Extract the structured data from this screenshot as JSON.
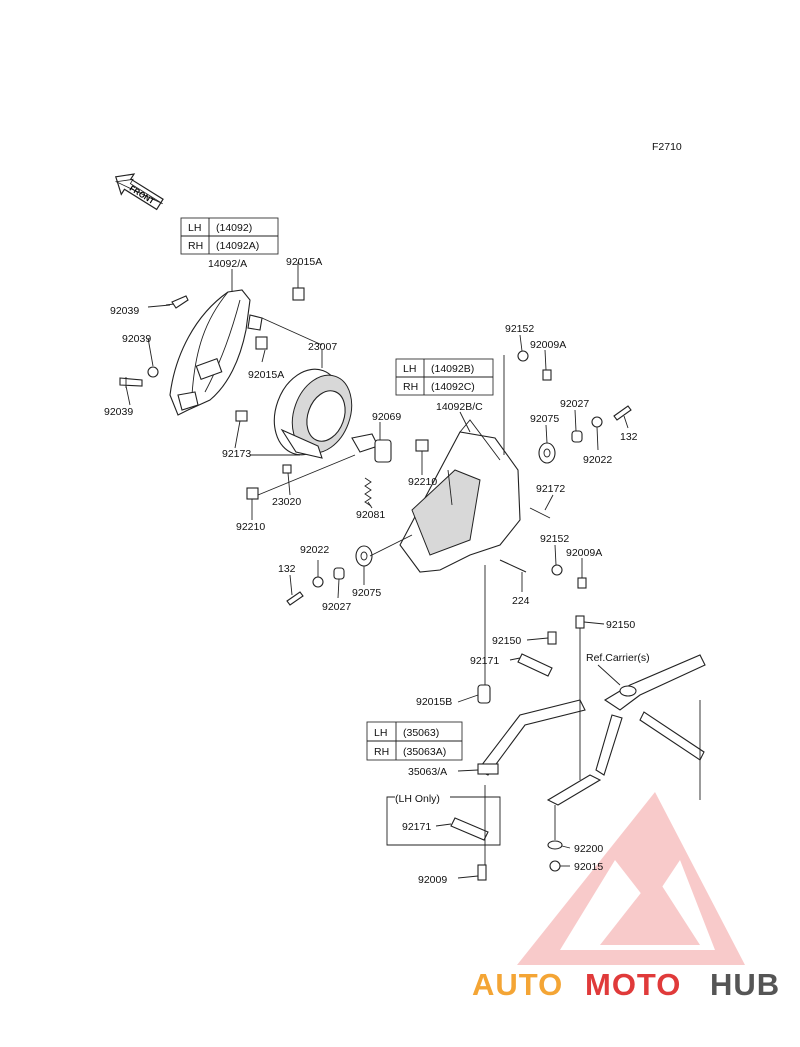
{
  "diagram_code": "F2710",
  "front_label": "FRONT",
  "tables": {
    "headlight_left": {
      "rows": [
        {
          "side": "LH",
          "part": "(14092)"
        },
        {
          "side": "RH",
          "part": "(14092A)"
        }
      ]
    },
    "headlight_right": {
      "rows": [
        {
          "side": "LH",
          "part": "(14092B)"
        },
        {
          "side": "RH",
          "part": "(14092C)"
        }
      ]
    },
    "stay": {
      "rows": [
        {
          "side": "LH",
          "part": "(35063)"
        },
        {
          "side": "RH",
          "part": "(35063A)"
        }
      ]
    }
  },
  "lh_only_note": "(LH Only)",
  "ref_carrier": "Ref.Carrier(s)",
  "part_labels": {
    "p14092A": "14092/A",
    "p92015A_1": "92015A",
    "p92039_1": "92039",
    "p92039_2": "92039",
    "p92039_3": "92039",
    "p92015A_2": "92015A",
    "p23007": "23007",
    "p92173": "92173",
    "p92069": "92069",
    "p92210_1": "92210",
    "p92210_2": "92210",
    "p23020": "23020",
    "p92081": "92081",
    "p92152_1": "92152",
    "p92009A_1": "92009A",
    "p14092BC": "14092B/C",
    "p92027_1": "92027",
    "p92075_1": "92075",
    "p132_1": "132",
    "p92022_1": "92022",
    "p92172": "92172",
    "p92152_2": "92152",
    "p92009A_2": "92009A",
    "p224": "224",
    "p92022_2": "92022",
    "p132_2": "132",
    "p92027_2": "92027",
    "p92075_2": "92075",
    "p92150_1": "92150",
    "p92150_2": "92150",
    "p92171_1": "92171",
    "p92015B": "92015B",
    "p35063A": "35063/A",
    "p92171_2": "92171",
    "p92200": "92200",
    "p92015": "92015",
    "p92009": "92009"
  },
  "watermark": {
    "part1": "AUTO",
    "part2": "MOTO",
    "part3": "HUB"
  },
  "colors": {
    "watermark_orange": "#f4a535",
    "watermark_red": "#e03a3a",
    "watermark_grey": "#555555"
  }
}
